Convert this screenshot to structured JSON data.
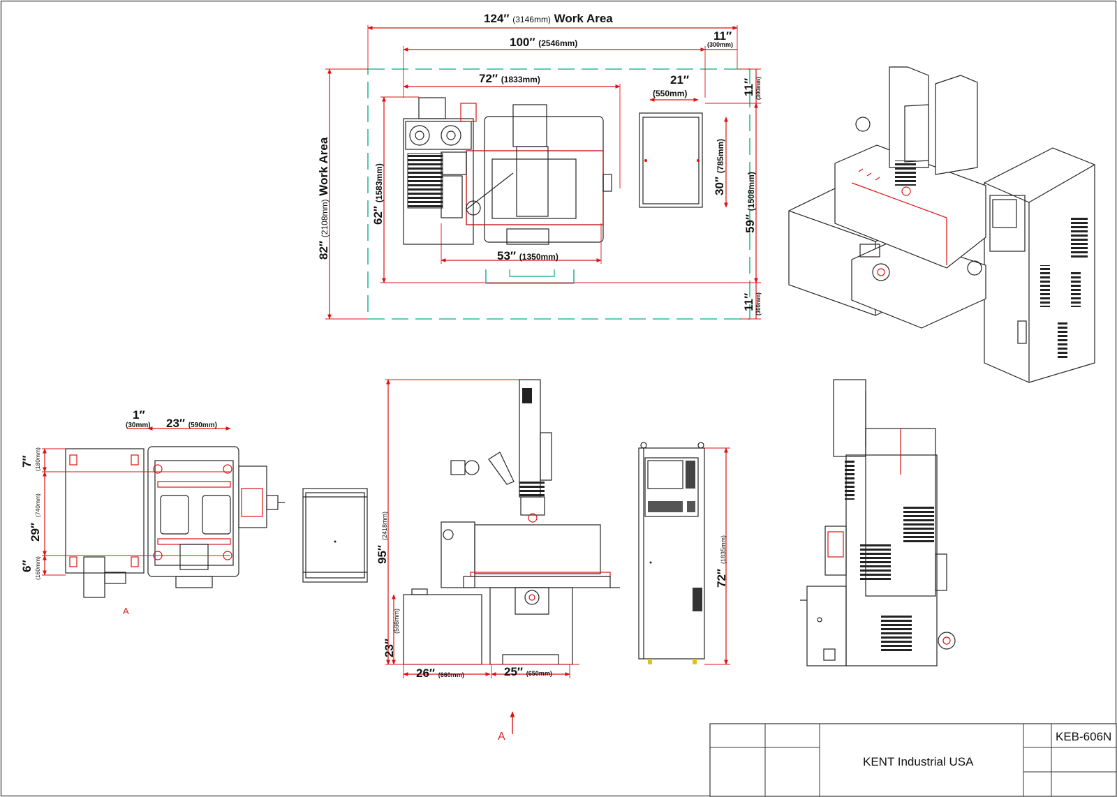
{
  "drawing": {
    "top_view": {
      "work_area_width": {
        "value": "124″",
        "metric": "(3146mm)",
        "suffix": "Work Area"
      },
      "overall_width": {
        "value": "100″",
        "metric": "(2546mm)"
      },
      "clearance_right_top": {
        "value": "11″",
        "metric": "(300mm)"
      },
      "machine_width": {
        "value": "72″",
        "metric": "(1833mm)"
      },
      "cabinet_width": {
        "value": "21″",
        "metric": "(550mm)"
      },
      "clearance_vertical_top": {
        "value": "11″",
        "metric": "(300mm)"
      },
      "work_area_depth": {
        "value": "82″",
        "metric": "(2108mm)",
        "suffix": "Work Area"
      },
      "machine_depth": {
        "value": "62″",
        "metric": "(1583mm)"
      },
      "cabinet_depth": {
        "value": "30″",
        "metric": "(785mm)"
      },
      "overall_depth": {
        "value": "59″",
        "metric": "(1508mm)"
      },
      "clearance_vertical_bottom": {
        "value": "11″",
        "metric": "(300mm)"
      },
      "table_width": {
        "value": "53″",
        "metric": "(1350mm)"
      }
    },
    "side_view": {
      "gap": {
        "value": "1″",
        "metric": "(30mm)"
      },
      "width": {
        "value": "23″",
        "metric": "(590mm)"
      },
      "top_offset": {
        "value": "7″",
        "metric": "(180mm)"
      },
      "depth": {
        "value": "29″",
        "metric": "(740mm)"
      },
      "bottom_offset": {
        "value": "6″",
        "metric": "(160mm)"
      },
      "section_mark": "A"
    },
    "front_view": {
      "height": {
        "value": "95″",
        "metric": "(2418mm)"
      },
      "tank_height": {
        "value": "23″",
        "metric": "(598mm)"
      },
      "tank_width": {
        "value": "26″",
        "metric": "(660mm)"
      },
      "base_width": {
        "value": "25″",
        "metric": "(650mm)"
      },
      "section_mark": "A"
    },
    "cabinet_view": {
      "height": {
        "value": "72″",
        "metric": "(1835mm)"
      }
    }
  },
  "title_block": {
    "company": "KENT Industrial USA",
    "model": "KEB-606N"
  }
}
